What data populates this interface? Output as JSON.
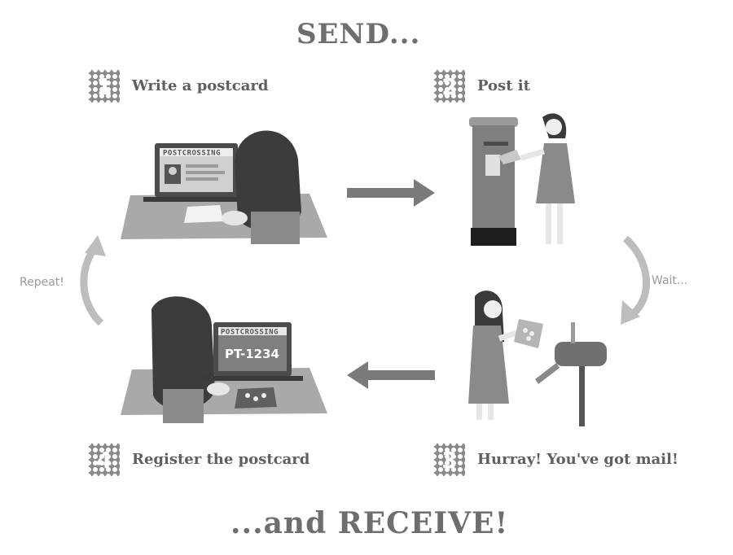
{
  "headline_top": "SEND...",
  "headline_bottom": "...and RECEIVE!",
  "steps": [
    {
      "number": "1",
      "label": "Write a postcard"
    },
    {
      "number": "2",
      "label": "Post it"
    },
    {
      "number": "3",
      "label": "Hurray! You've got mail!"
    },
    {
      "number": "4",
      "label": "Register the postcard"
    }
  ],
  "side_labels": {
    "wait": "Wait...",
    "repeat": "Repeat!"
  },
  "screen_brand": "POSTCROSSING",
  "postcard_id": "PT-1234",
  "colors": {
    "stamp": "#8a8a8a",
    "arrow": "#7a7a7a",
    "curve_arrow": "#bdbdbd"
  }
}
